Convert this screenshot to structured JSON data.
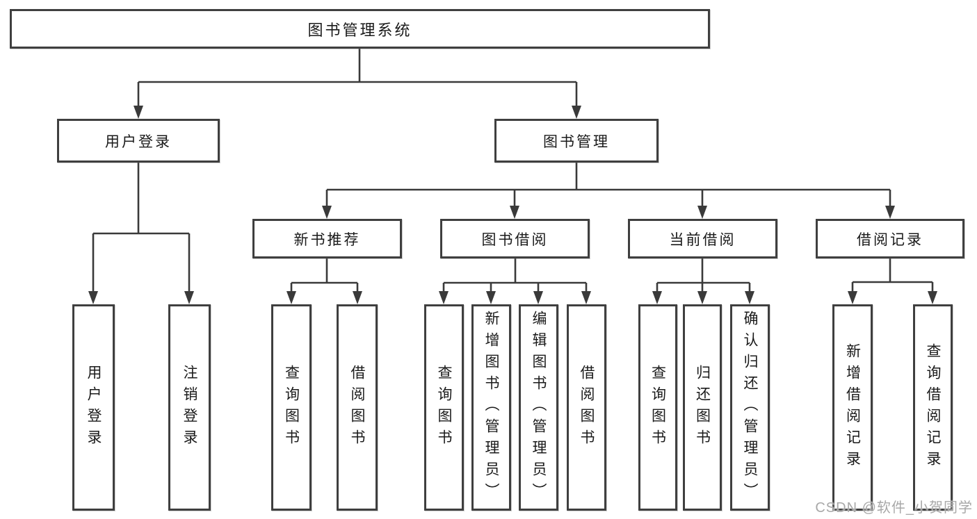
{
  "diagram": {
    "root": {
      "label": "图书管理系统"
    },
    "branches": [
      {
        "id": "user-login",
        "label": "用户登录",
        "parent": "图书管理系统"
      },
      {
        "id": "book-management",
        "label": "图书管理",
        "parent": "图书管理系统"
      }
    ],
    "modules": [
      {
        "id": "new-book-recommend",
        "label": "新书推荐",
        "parent": "图书管理"
      },
      {
        "id": "book-borrow",
        "label": "图书借阅",
        "parent": "图书管理"
      },
      {
        "id": "current-borrow",
        "label": "当前借阅",
        "parent": "图书管理"
      },
      {
        "id": "borrow-record",
        "label": "借阅记录",
        "parent": "图书管理"
      }
    ],
    "functions": [
      {
        "label": "用户登录",
        "parent": "用户登录"
      },
      {
        "label": "注销登录",
        "parent": "用户登录"
      },
      {
        "label": "查询图书",
        "parent": "新书推荐"
      },
      {
        "label": "借阅图书",
        "parent": "新书推荐"
      },
      {
        "label": "查询图书",
        "parent": "图书借阅"
      },
      {
        "label": "新增图书（管理员）",
        "parent": "图书借阅"
      },
      {
        "label": "编辑图书（管理员）",
        "parent": "图书借阅"
      },
      {
        "label": "借阅图书",
        "parent": "图书借阅"
      },
      {
        "label": "查询图书",
        "parent": "当前借阅"
      },
      {
        "label": "归还图书",
        "parent": "当前借阅"
      },
      {
        "label": "确认归还（管理员）",
        "parent": "当前借阅"
      },
      {
        "label": "新增借阅记录",
        "parent": "借阅记录"
      },
      {
        "label": "查询借阅记录",
        "parent": "借阅记录"
      }
    ]
  },
  "watermark": {
    "text": "CSDN @软件_小贺同学"
  },
  "colors": {
    "line": "#3a3a3a",
    "box_border": "#3f3f3f",
    "box_fill": "#ffffff",
    "text": "#1a1a1a",
    "watermark": "#a8a8a8"
  }
}
